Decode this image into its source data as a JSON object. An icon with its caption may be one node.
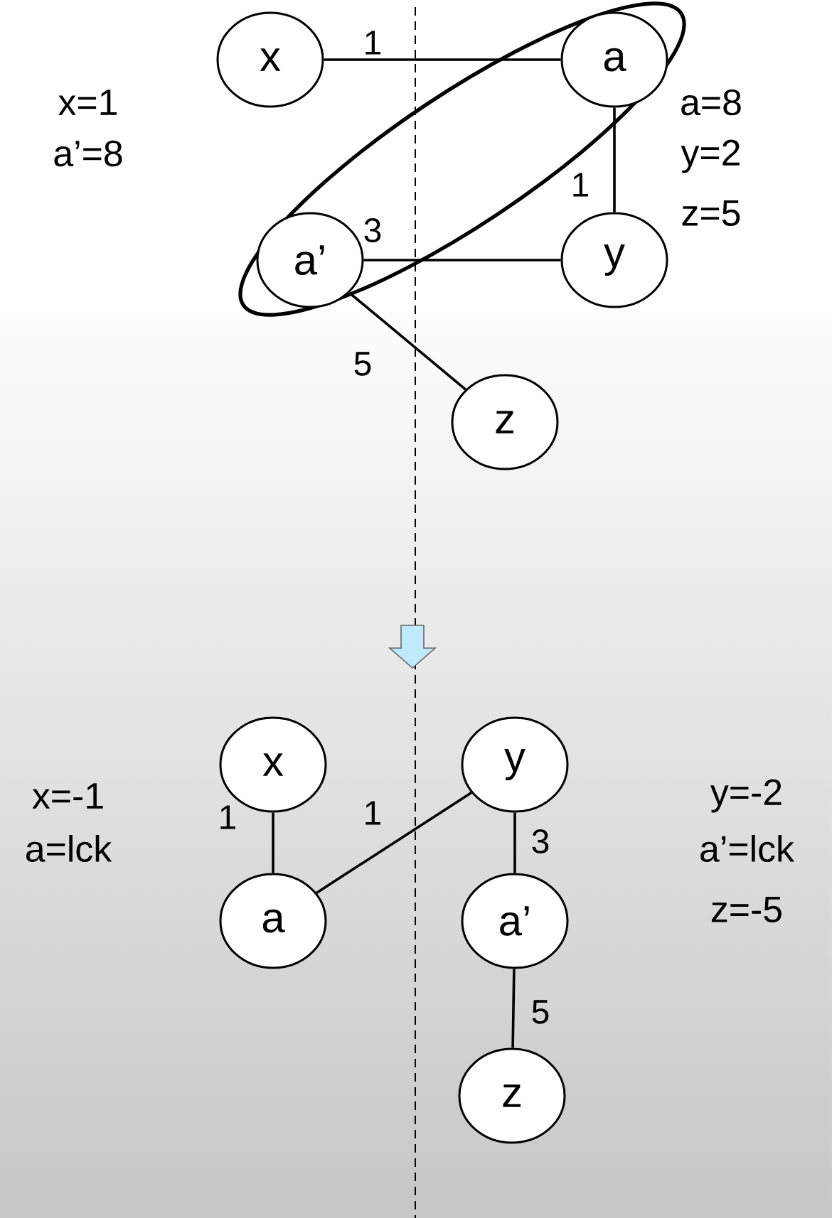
{
  "diagram": {
    "nodes": [
      {
        "text": [
          "x"
        ]
      },
      {
        "text": [
          "a"
        ]
      },
      {
        "text": [
          "a’"
        ]
      },
      {
        "text": [
          "y"
        ]
      },
      {
        "text": [
          "z"
        ]
      },
      {
        "text": [
          "x"
        ]
      },
      {
        "text": [
          "y"
        ]
      },
      {
        "text": [
          "a"
        ]
      },
      {
        "text": [
          "a’"
        ]
      },
      {
        "text": [
          "z"
        ]
      }
    ],
    "edges": [
      {
        "from": 0,
        "to": 1,
        "arrow": "none",
        "label": "1"
      },
      {
        "from": 1,
        "to": 3,
        "arrow": "none",
        "label": "1"
      },
      {
        "from": 2,
        "to": 3,
        "arrow": "none",
        "label": "3"
      },
      {
        "from": 2,
        "to": 4,
        "arrow": "none",
        "label": "5"
      },
      {
        "from": 5,
        "to": 7,
        "arrow": "none",
        "label": "1"
      },
      {
        "from": 7,
        "to": 6,
        "arrow": "none",
        "label": "1"
      },
      {
        "from": 6,
        "to": 8,
        "arrow": "none",
        "label": "3"
      },
      {
        "from": 8,
        "to": 9,
        "arrow": "none",
        "label": "5"
      }
    ],
    "labels": [
      "x=1",
      "a’=8",
      "a=8",
      "y=2",
      "z=5",
      "x=-1",
      "a=lck",
      "y=-2",
      "a’=lck",
      "z=-5"
    ]
  }
}
